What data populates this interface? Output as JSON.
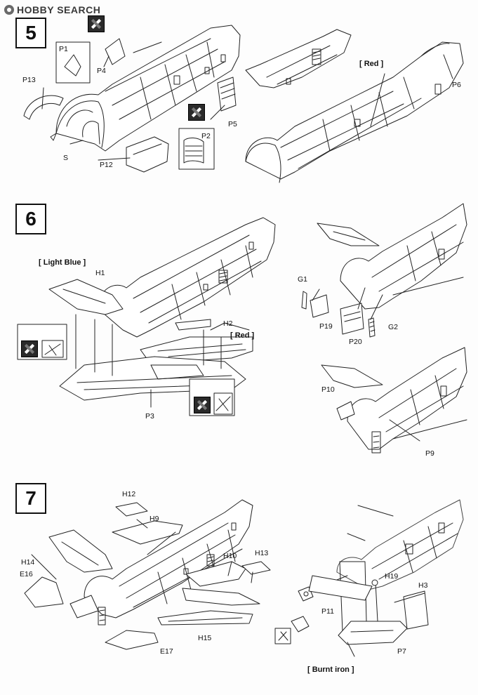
{
  "watermark": {
    "brand": "HOBBY SEARCH"
  },
  "steps": [
    "5",
    "6",
    "7"
  ],
  "step5": {
    "labels": {
      "P1": "P1",
      "P4": "P4",
      "P13": "P13",
      "S": "S",
      "P12": "P12",
      "P2": "P2",
      "P5": "P5",
      "P6": "P6"
    },
    "note_red": "[ Red ]"
  },
  "step6": {
    "labels": {
      "H1": "H1",
      "H2": "H2",
      "P3": "P3",
      "G1": "G1",
      "P19": "P19",
      "P20": "P20",
      "G2": "G2",
      "P10": "P10",
      "P9": "P9"
    },
    "note_light_blue": "[ Light Blue ]",
    "note_red": "[ Red ]"
  },
  "step7": {
    "labels": {
      "H12": "H12",
      "H9": "H9",
      "H14": "H14",
      "E16": "E16",
      "H10": "H10",
      "H13": "H13",
      "H15": "H15",
      "E17": "E17",
      "H19": "H19",
      "H3": "H3",
      "P11": "P11",
      "P7": "P7"
    },
    "note_burnt_iron": "[ Burnt iron ]"
  },
  "icons": [
    "glue-symbol-icon"
  ]
}
